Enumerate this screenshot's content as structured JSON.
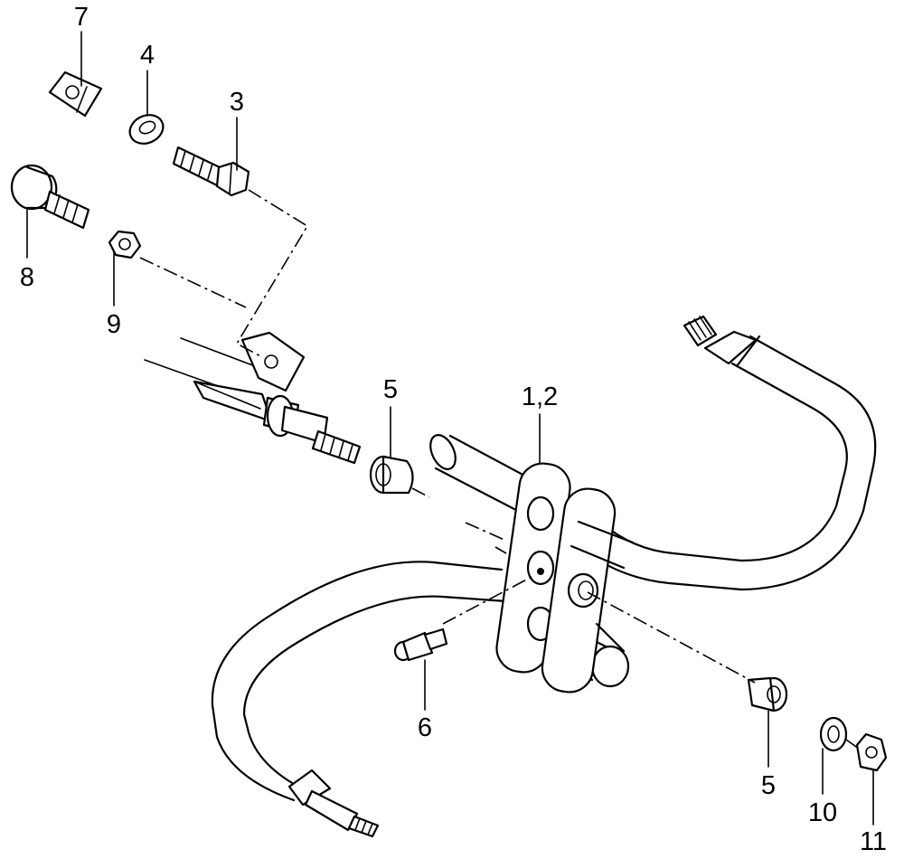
{
  "labels": {
    "l7": "7",
    "l4": "4",
    "l3": "3",
    "l8": "8",
    "l9": "9",
    "l5a": "5",
    "l12": "1,2",
    "l6": "6",
    "l5b": "5",
    "l10": "10",
    "l11": "11"
  }
}
